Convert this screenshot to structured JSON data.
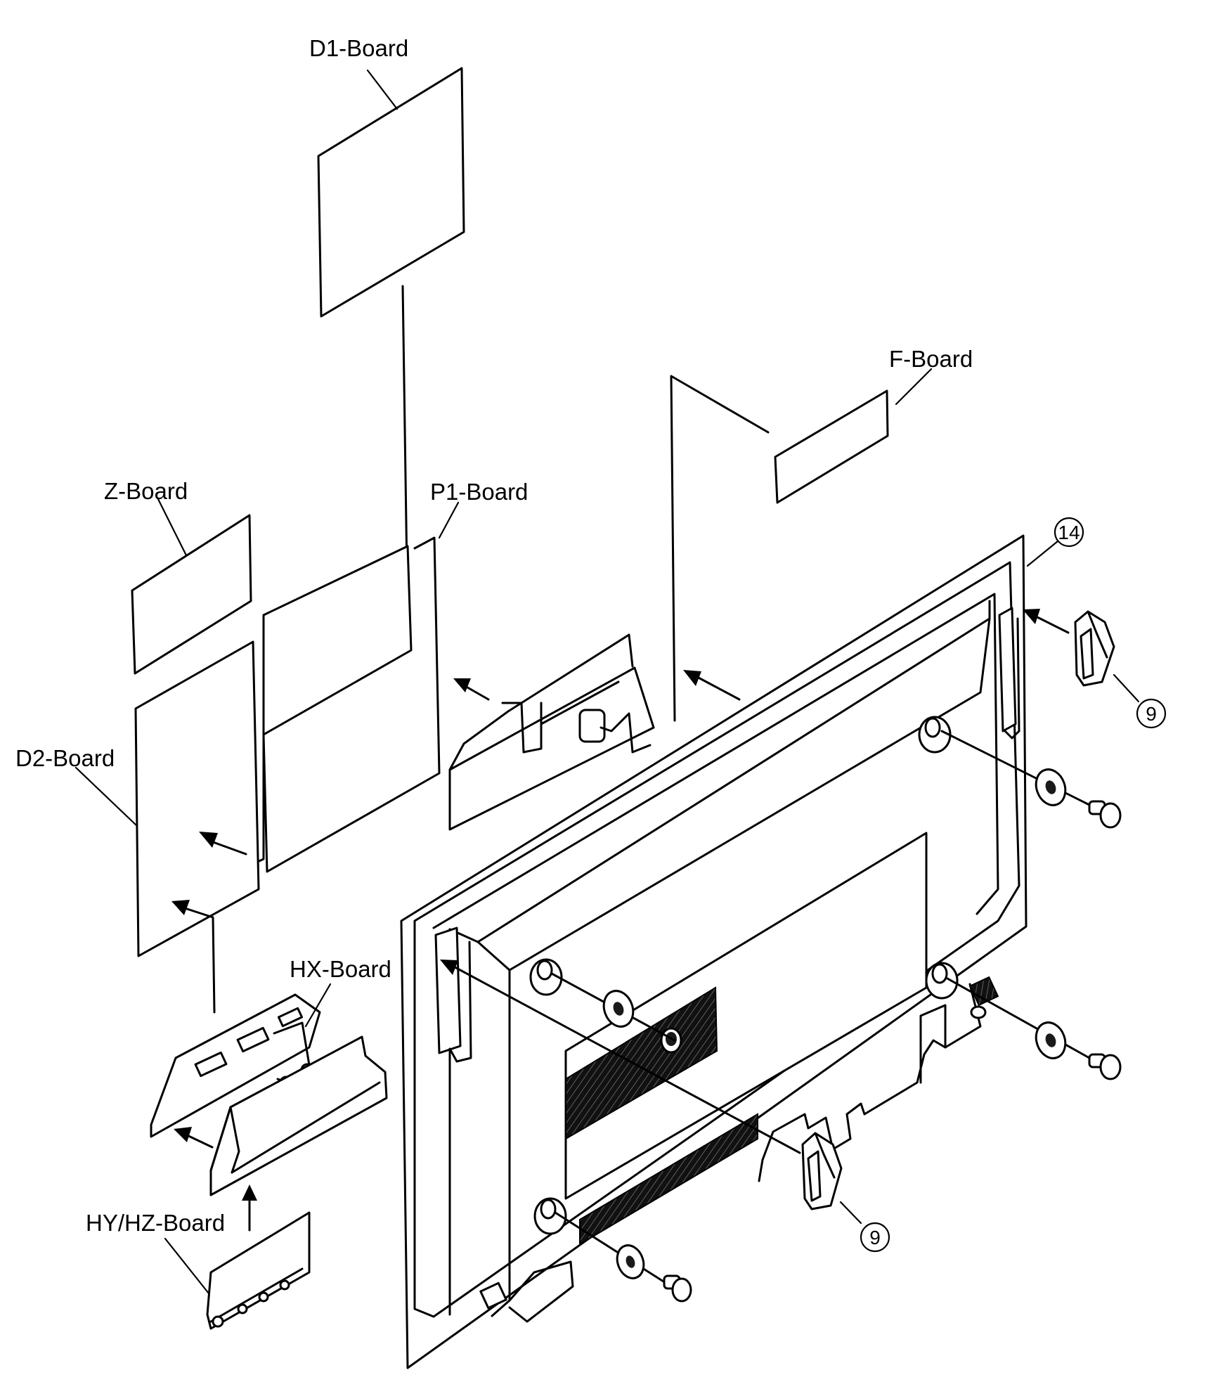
{
  "labels": {
    "d1_board": "D1-Board",
    "f_board": "F-Board",
    "z_board": "Z-Board",
    "p1_board": "P1-Board",
    "d2_board": "D2-Board",
    "hx_board": "HX-Board",
    "hy_hz_board": "HY/HZ-Board"
  },
  "callouts": {
    "bracket_top": "14",
    "cover_right": "9",
    "cover_bottom": "9"
  }
}
